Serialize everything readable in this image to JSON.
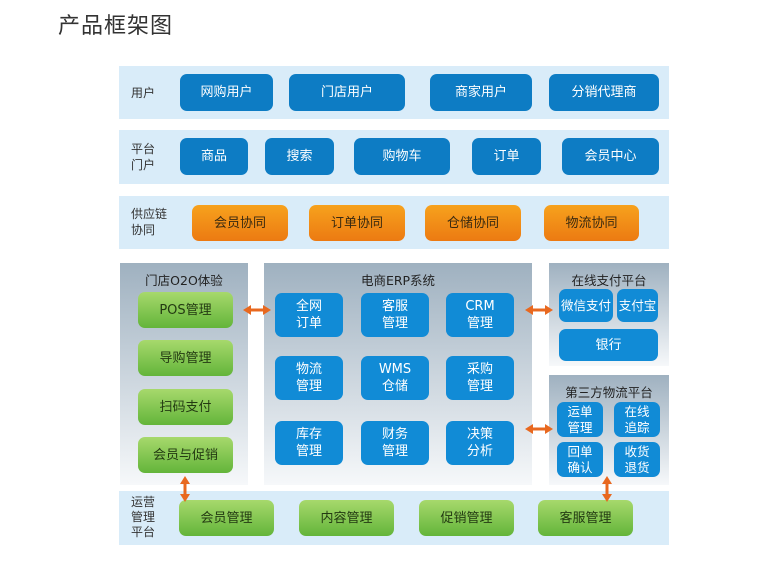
{
  "title": "产品框架图",
  "colors": {
    "blue": "#0d7cc4",
    "orange": "#f08a15",
    "green": "#7cc44a",
    "band": "#d9ecf9",
    "arrow": "#e8681f"
  },
  "users": {
    "label": "用户",
    "items": [
      "网购用户",
      "门店用户",
      "商家用户",
      "分销代理商"
    ]
  },
  "portal": {
    "label_line1": "平台",
    "label_line2": "门户",
    "items": [
      "商品",
      "搜索",
      "购物车",
      "订单",
      "会员中心"
    ]
  },
  "supply": {
    "label_line1": "供应链",
    "label_line2": "协同",
    "items": [
      "会员协同",
      "订单协同",
      "仓储协同",
      "物流协同"
    ]
  },
  "o2o": {
    "title": "门店O2O体验",
    "items": [
      "POS管理",
      "导购管理",
      "扫码支付",
      "会员与促销"
    ]
  },
  "erp": {
    "title": "电商ERP系统",
    "items": [
      [
        "全网",
        "订单"
      ],
      [
        "客服",
        "管理"
      ],
      [
        "CRM",
        "管理"
      ],
      [
        "物流",
        "管理"
      ],
      [
        "WMS",
        "仓储"
      ],
      [
        "采购",
        "管理"
      ],
      [
        "库存",
        "管理"
      ],
      [
        "财务",
        "管理"
      ],
      [
        "决策",
        "分析"
      ]
    ]
  },
  "payment": {
    "title": "在线支付平台",
    "items": [
      "微信支付",
      "支付宝",
      "银行"
    ]
  },
  "logistics": {
    "title": "第三方物流平台",
    "items": [
      [
        "运单",
        "管理"
      ],
      [
        "在线",
        "追踪"
      ],
      [
        "回单",
        "确认"
      ],
      [
        "收货",
        "退货"
      ]
    ]
  },
  "ops": {
    "label_line1": "运营",
    "label_line2": "管理",
    "label_line3": "平台",
    "items": [
      "会员管理",
      "内容管理",
      "促销管理",
      "客服管理"
    ]
  }
}
